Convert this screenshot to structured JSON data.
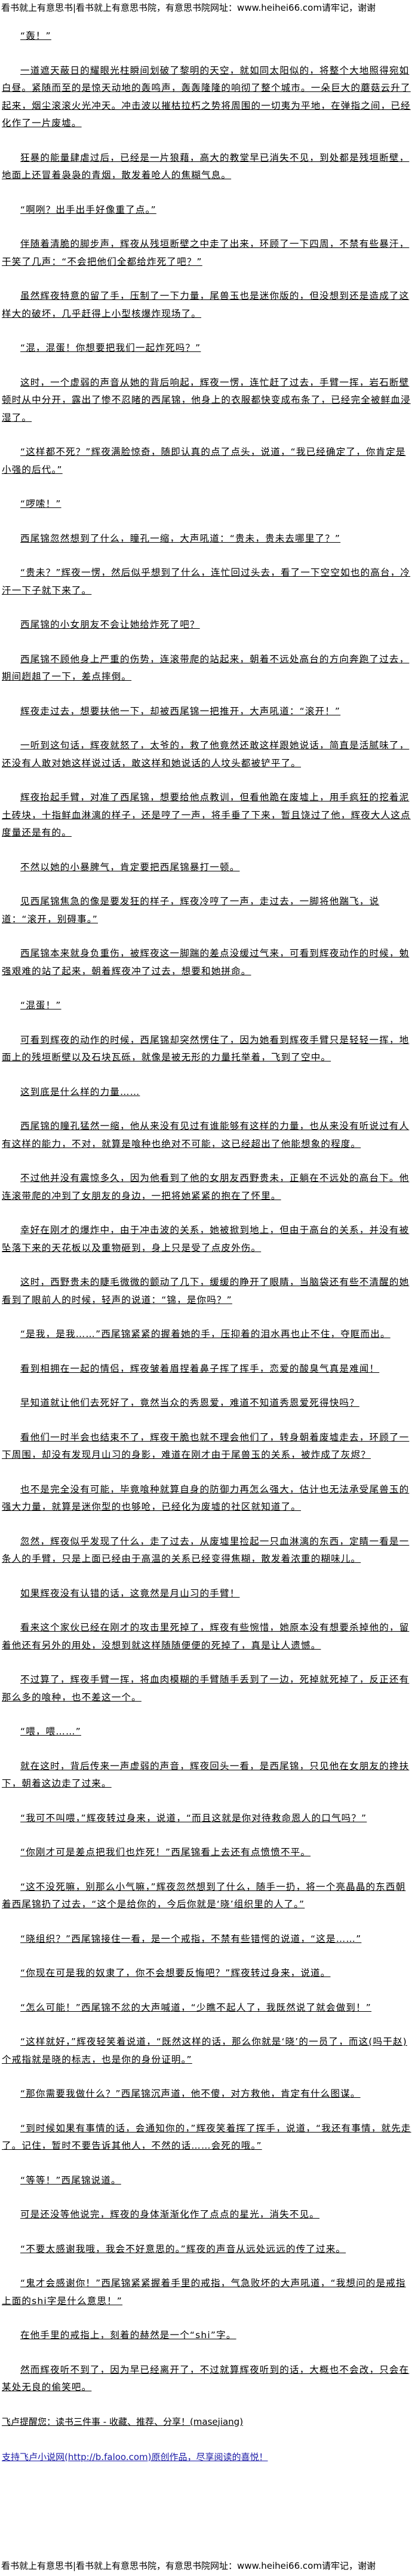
{
  "banner": "看书就上有意思书|看书就上有意思书院，有意思书院网址：www.heihei66.com请牢记，谢谢",
  "paragraphs": [
    "“轰！”",
    "一道遮天蔽日的耀眼光柱瞬间划破了黎明的天空，就如同太阳似的，将整个大地照得宛如白昼。紧随而至的是惊天动地的轰鸣声，轰轰隆隆的响彻了整个城市。一朵巨大的蘑菇云升了起来，烟尘滚滚火光冲天。冲击波以摧枯拉朽之势将周围的一切夷为平地，在弹指之间，已经化作了一片废墟。",
    "狂暴的能量肆虐过后，已经是一片狼藉，高大的教堂早已消失不见，到处都是残垣断壁，地面上还冒着袅袅的青烟，散发着呛人的焦糊气息。",
    "“啊咧？出手出手好像重了点。”",
    "伴随着清脆的脚步声，辉夜从残垣断壁之中走了出来，环顾了一下四周，不禁有些暴汗，干笑了几声：“不会把他们全都给炸死了吧？”",
    "虽然辉夜特意的留了手，压制了一下力量，尾兽玉也是迷你版的，但没想到还是造成了这样大的破坏，几乎赶得上小型核爆炸现场了。",
    "“混，混蛋！你想要把我们一起炸死吗？”",
    "这时，一个虚弱的声音从她的背后响起，辉夜一愣，连忙赶了过去，手臂一挥，岩石断壁顿时从中分开，露出了惨不忍睹的西尾锦，他身上的衣服都快变成布条了，已经完全被鲜血浸湿了。",
    "“这样都不死？”辉夜满脸惊奇，随即认真的点了点头，说道，“我已经确定了，你肯定是小强的后代。”",
    "“啰嗦！”",
    "西尾锦忽然想到了什么，瞳孔一缩，大声吼道：“贵未，贵未去哪里了？”",
    "“贵未？”辉夜一愣，然后似乎想到了什么，连忙回过头去，看了一下空空如也的高台，冷汗一下子就下来了。",
    "西尾锦的小女朋友不会让她给炸死了吧？",
    "西尾锦不顾他身上严重的伤势，连滚带爬的站起来，朝着不远处高台的方向奔跑了过去，期间趔趄了一下，差点摔倒。",
    "辉夜走过去，想要扶他一下，却被西尾锦一把推开，大声吼道：“滚开！”",
    "一听到这句话，辉夜就怒了，太爷的，救了他竟然还敢这样跟她说话，简直是活腻味了，还没有人敢对她这样说过话，敢这样和她说话的人坟头都被铲平了。",
    "辉夜抬起手臂，对准了西尾锦，想要给他点教训，但看他跪在废墟上，用手疯狂的挖着泥土砖块，十指鲜血淋漓的样子，还是哼了一声，将手垂了下来，暂且饶过了他，辉夜大人这点度量还是有的。",
    "不然以她的小暴脾气，肯定要把西尾锦暴打一顿。",
    "见西尾锦焦急的像是要发狂的样子，辉夜冷哼了一声，走过去，一脚将他踹飞，说道：“滚开，别碍事。”",
    "西尾锦本来就身负重伤，被辉夜这一脚踹的差点没缓过气来，可看到辉夜动作的时候，勉强艰难的站了起来，朝着辉夜冲了过去，想要和她拼命。",
    "“混蛋！”",
    "可看到辉夜的动作的时候，西尾锦却突然愣住了，因为她看到辉夜手臂只是轻轻一挥，地面上的残垣断壁以及石块瓦砾，就像是被无形的力量托举着，飞到了空中。",
    "这到底是什么样的力量……",
    "西尾锦的瞳孔猛然一缩，他从来没有见过有谁能够有这样的力量，也从来没有听说过有人有这样的能力，不对，就算是喰种也绝对不可能，这已经超出了他能想象的程度。",
    "不过他并没有震惊多久，因为他看到了他的女朋友西野贵未，正躺在不远处的高台下。他连滚带爬的冲到了女朋友的身边，一把将她紧紧的抱在了怀里。",
    "幸好在刚才的爆炸中，由于冲击波的关系，她被掀到地上，但由于高台的关系，并没有被坠落下来的天花板以及重物砸到，身上只是受了点皮外伤。",
    "这时，西野贵未的睫毛微微的颤动了几下，缓缓的睁开了眼睛，当脑袋还有些不清醒的她看到了眼前人的时候，轻声的说道：“锦，是你吗？”",
    "“是我，是我……”西尾锦紧紧的握着她的手，压抑着的泪水再也止不住，夺眶而出。",
    "看到相拥在一起的情侣，辉夜皱着眉捏着鼻子挥了挥手，恋爱的酸臭气真是难闻！",
    "早知道就让他们去死好了，竟然当众的秀恩爱，难道不知道秀恩爱死得快吗？",
    "看他们一时半会也结束不了，辉夜干脆也就不理会他们了，转身朝着废墟走去，环顾了一下周围，却没有发现月山习的身影，难道在刚才由于尾兽玉的关系，被炸成了灰烬？",
    "也不是完全没有可能，毕竟喰种就算自身的防御力再怎么强大，估计也无法承受尾兽玉的强大力量，就算是迷你型的也够呛，已经化为废墟的社区就知道了。",
    "忽然，辉夜似乎发现了什么，走了过去，从废墟里捡起一只血淋漓的东西，定睛一看是一条人的手臂，只是上面已经由于高温的关系已经变得焦糊，散发着浓重的糊味儿。",
    "如果辉夜没有认错的话，这竟然是月山习的手臂！",
    "看来这个家伙已经在刚才的攻击里死掉了，辉夜有些惋惜，她原本没有想要杀掉他的，留着他还有另外的用处，没想到就这样随随便便的死掉了，真是让人遗憾。",
    "不过算了，辉夜手臂一挥，将血肉模糊的手臂随手丢到了一边，死掉就死掉了，反正还有那么多的喰种，也不差这一个。",
    "“喂，喂……”",
    "就在这时，背后传来一声虚弱的声音，辉夜回头一看，是西尾锦，只见他在女朋友的搀扶下，朝着这边走了过来。",
    "“我可不叫喂，”辉夜转过身来，说道，“而且这就是你对待救命恩人的口气吗？”",
    "“你刚才可是差点把我们也炸死！”西尾锦看上去还有点愤愤不平。",
    "“这不没死嘛，别那么小气嘛，”辉夜忽然想到了什么，随手一扔，将一个亮晶晶的东西朝着西尾锦扔了过去，“这个是给你的，今后你就是‘晓’组织里的人了。”",
    "“晓组织？”西尾锦接住一看，是一个戒指，不禁有些错愕的说道，“这是……”",
    "“你现在可是我的奴隶了，你不会想要反悔吧？”辉夜转过身来，说道。",
    "“怎么可能！”西尾锦不忿的大声喊道，“少瞧不起人了，我既然说了就会做到！”",
    "“这样就好，”辉夜轻笑着说道，“既然这样的话，那么你就是‘晓’的一员了，而这(吗干赵)个戒指就是晓的标志，也是你的身份证明。”",
    "“那你需要我做什么？”西尾锦沉声道，他不傻，对方救他，肯定有什么图谋。",
    "“到时候如果有事情的话，会通知你的，”辉夜笑着挥了挥手，说道，“我还有事情，就先走了。记住，暂时不要告诉其他人，不然的话……会死的哦。”",
    "“等等！”西尾锦说道。",
    "可是还没等他说完，辉夜的身体渐渐化作了点点的星光，消失不见。",
    "“不要太感谢我哦，我会不好意思的。”辉夜的声音从远处远远的传了过来。",
    "“鬼才会感谢你！”西尾锦紧紧握着手里的戒指，气急败坏的大声吼道，“我想问的是戒指上面的shi字是什么意思！”",
    "在他手里的戒指上，刻着的赫然是一个“shi”字。",
    "然而辉夜听不到了，因为早已经离开了，不过就算辉夜听到的话，大概也不会改，只会在某处无良的偷笑吧。"
  ],
  "notes": {
    "reminder": "飞卢提醒您：读书三件事 - 收藏、推荐、分享！(masejiang)",
    "support": "支持飞卢小说网(http://b.faloo.com)原创作品，尽享阅读的喜悦！"
  },
  "footer_banner": "看书就上有意思书|看书就上有意思书院，有意思书院网址：www.heihei66.com请牢记，谢谢"
}
